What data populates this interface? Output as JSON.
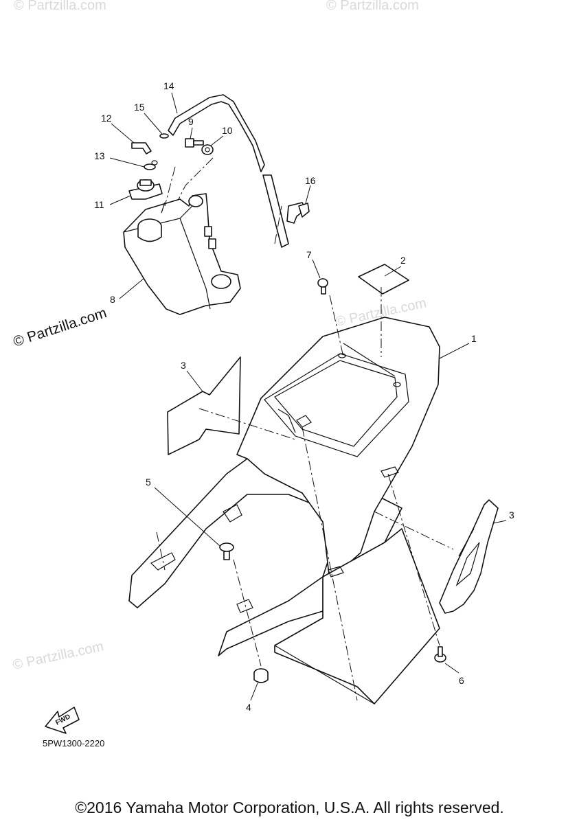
{
  "diagram": {
    "part_callouts": [
      "1",
      "2",
      "3",
      "3",
      "4",
      "5",
      "6",
      "7",
      "8",
      "9",
      "10",
      "11",
      "12",
      "13",
      "14",
      "15",
      "16"
    ],
    "fwd_label": "FWD",
    "diagram_code": "5PW1300-2220",
    "watermark_main": "© Partzilla.com",
    "watermark_faded": "© Partzilla.com"
  },
  "footer": {
    "copyright": "©2016 Yamaha Motor Corporation, U.S.A. All rights reserved."
  },
  "colors": {
    "line": "#111111",
    "watermark": "#d9d9d9",
    "background": "#ffffff"
  }
}
